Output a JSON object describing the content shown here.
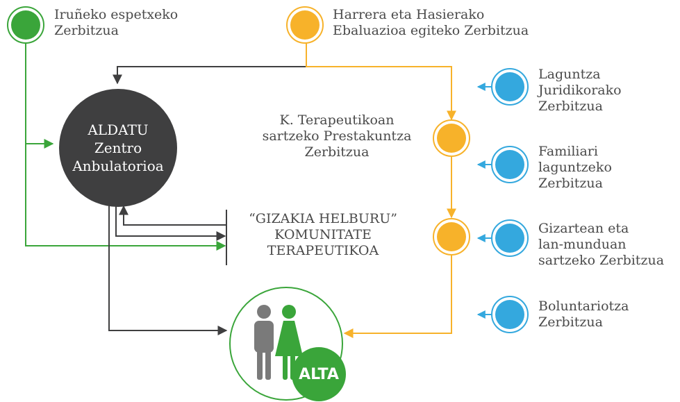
{
  "colors": {
    "green": "#3aa53a",
    "orange": "#f7b22a",
    "blue": "#34a8de",
    "dark": "#3f3f40",
    "gray": "#7a7a7a"
  },
  "icons": {
    "people": "person-male-female-icon"
  },
  "sources": {
    "prison": {
      "line1": "Iruñeko espetxeko",
      "line2": "Zerbitzua"
    },
    "reception": {
      "line1": "Harrera eta Hasierako",
      "line2": "Ebaluazioa egiteko Zerbitzua"
    }
  },
  "hub": {
    "line1": "ALDATU",
    "line2": "Zentro",
    "line3": "Anbulatorioa"
  },
  "preparation": {
    "line1": "K. Terapeutikoan",
    "line2": "sartzeko Prestakuntza",
    "line3": "Zerbitzua"
  },
  "community": {
    "line1": "“GIZAKIA HELBURU”",
    "line2": "KOMUNITATE",
    "line3": "TERAPEUTIKOA"
  },
  "support_services": [
    {
      "lines": [
        "Laguntza",
        "Juridikorako",
        "Zerbitzua"
      ]
    },
    {
      "lines": [
        "Familiari",
        "laguntzeko",
        "Zerbitzua"
      ]
    },
    {
      "lines": [
        "Gizartean eta",
        "lan-munduan",
        "sartzeko Zerbitzua"
      ]
    },
    {
      "lines": [
        "Boluntariotza",
        "Zerbitzua"
      ]
    }
  ],
  "alta": {
    "label": "ALTA"
  }
}
